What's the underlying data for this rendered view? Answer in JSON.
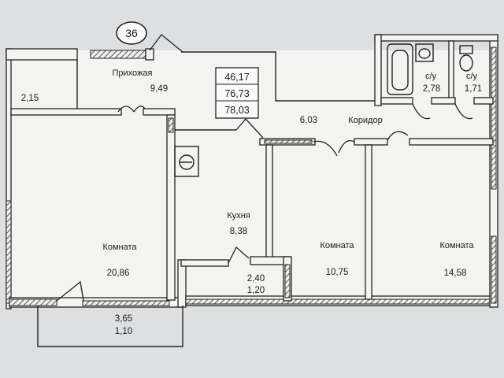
{
  "plan": {
    "apartment_number": "36",
    "areas": {
      "living": "46,17",
      "total": "76,73",
      "total_with_balcony": "78,03"
    },
    "rooms": {
      "hall": {
        "label": "Прихожая",
        "area": "9,49"
      },
      "closet": {
        "area": "2,15"
      },
      "corridor": {
        "label": "Коридор",
        "area": "6,03"
      },
      "bath1": {
        "label": "с/у",
        "area": "2,78"
      },
      "bath2": {
        "label": "с/у",
        "area": "1,71"
      },
      "kitchen": {
        "label": "Кухня",
        "area": "8,38"
      },
      "room1": {
        "label": "Комната",
        "area": "20,86"
      },
      "room2": {
        "label": "Комната",
        "area": "10,75"
      },
      "room3": {
        "label": "Комната",
        "area": "14,58"
      },
      "loggia_small": {
        "area": "2,40",
        "area_reduced": "1,20"
      },
      "balcony": {
        "area": "3,65",
        "area_reduced": "1,10"
      }
    }
  }
}
